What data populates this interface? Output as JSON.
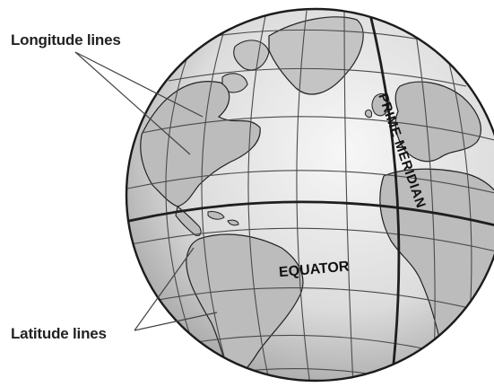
{
  "labels": {
    "longitude": "Longitude lines",
    "latitude": "Latitude lines",
    "equator": "EQUATOR",
    "prime_meridian": "PRIME MERIDIAN"
  },
  "colors": {
    "ocean_light": "#f2f2f2",
    "ocean_dark": "#9c9c9c",
    "land": "#bdbdbd",
    "grid": "#4a4a4a",
    "outline": "#1c1c1c"
  }
}
